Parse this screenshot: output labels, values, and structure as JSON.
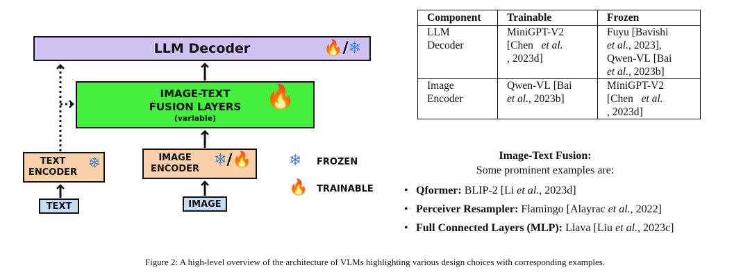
{
  "diagram": {
    "llm_decoder": {
      "label": "LLM Decoder",
      "slash": "/"
    },
    "fusion": {
      "line1": "IMAGE-TEXT",
      "line2": "FUSION LAYERS",
      "line3": "(variable)"
    },
    "text_encoder": {
      "line1": "TEXT",
      "line2": "ENCODER"
    },
    "image_encoder": {
      "line1": "IMAGE",
      "line2": "ENCODER",
      "slash": "/"
    },
    "text_input": "TEXT",
    "image_input": "IMAGE",
    "legend": {
      "frozen": "FROZEN",
      "trainable": "TRAINABLE"
    },
    "icons": {
      "frozen": "snowflake-icon",
      "trainable": "flame-icon"
    },
    "colors": {
      "llm_decoder": "#cfc2f3",
      "fusion": "#44f03c",
      "encoder": "#fad0a8",
      "input": "#c5dcf5",
      "frozen_icon": "#3f86d8",
      "trainable_icon": "#f05a1a"
    }
  },
  "table": {
    "headers": [
      "Component",
      "Trainable",
      "Frozen"
    ],
    "rows": [
      {
        "component": [
          "LLM",
          "Decoder"
        ],
        "trainable": {
          "name": "MiniGPT-V2",
          "cite_pre": "[Chen",
          "etal": "et al.",
          "cite_post": ", 2023d]"
        },
        "frozen": [
          {
            "name": "Fuyu",
            "cite_pre": "[Bavishi",
            "etal": "et al.",
            "cite_post": ", 2023],"
          },
          {
            "name": "Qwen-VL",
            "cite_pre": "[Bai",
            "etal": "et al.",
            "cite_post": ", 2023b]"
          }
        ]
      },
      {
        "component": [
          "Image",
          "Encoder"
        ],
        "trainable": {
          "name": "Qwen-VL",
          "cite_pre": "[Bai",
          "etal": "et al.",
          "cite_post": ", 2023b]"
        },
        "frozen": [
          {
            "name": "MiniGPT-V2",
            "cite_pre": "[Chen",
            "etal": "et al.",
            "cite_post": ", 2023d]"
          }
        ]
      }
    ]
  },
  "fusion_section": {
    "title": "Image-Text Fusion:",
    "subtitle": "Some prominent examples are:",
    "bullet_symbol": "•",
    "items": [
      {
        "label": "Qformer:",
        "example": "BLIP-2 [Li",
        "etal": "et al.",
        "cite_post": ", 2023d]"
      },
      {
        "label": "Perceiver Resampler:",
        "example": "Flamingo [Alayrac",
        "etal": "et al.",
        "cite_post": ", 2022]"
      },
      {
        "label": "Full Connected Layers (MLP):",
        "example": "Llava [Liu",
        "etal": "et al.",
        "cite_post": ", 2023c]"
      }
    ]
  },
  "caption": "Figure 2: A high-level overview of the architecture of VLMs highlighting various design choices with corresponding examples."
}
